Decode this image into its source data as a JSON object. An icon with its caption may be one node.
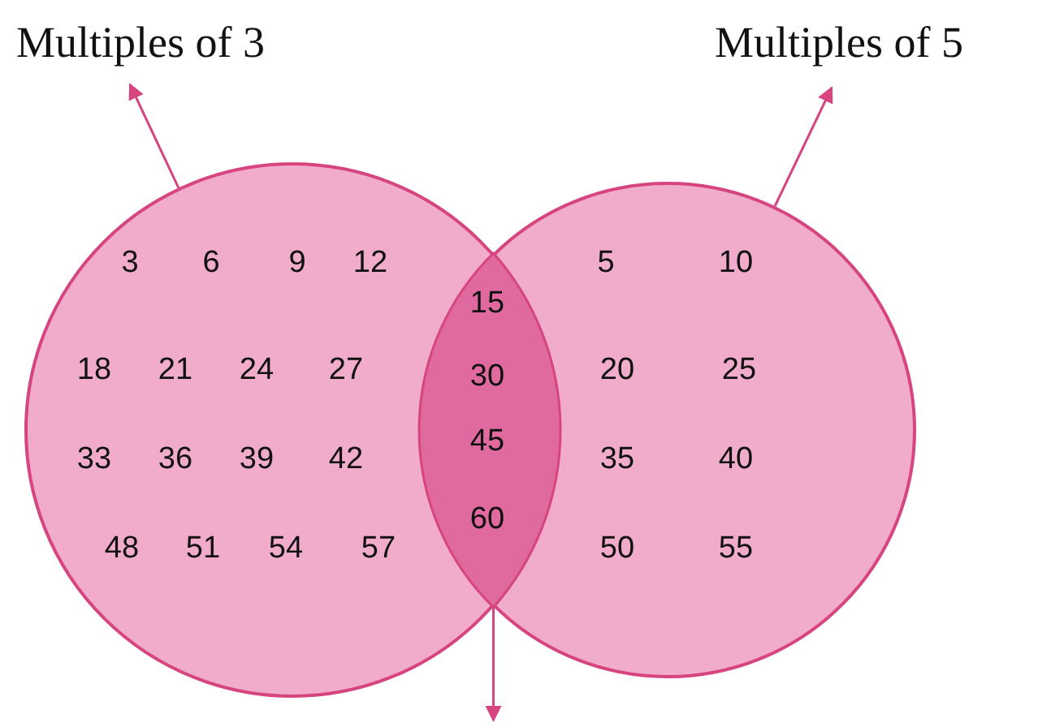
{
  "diagram": {
    "nodes": [
      {
        "text": [
          "Multiples of 3"
        ]
      },
      {
        "text": [
          "Multiples of 5"
        ]
      },
      {
        "text": [
          "3",
          "6",
          "9",
          "12",
          "18",
          "21",
          "24",
          "27",
          "33",
          "36",
          "39",
          "42",
          "48",
          "51",
          "54",
          "57"
        ]
      },
      {
        "text": [
          "5",
          "10",
          "20",
          "25",
          "35",
          "40",
          "50",
          "55"
        ]
      },
      {
        "text": [
          "15",
          "30",
          "45",
          "60"
        ]
      }
    ],
    "edges": [
      {
        "from": 2,
        "to": 0,
        "arrow": "to"
      },
      {
        "from": 3,
        "to": 1,
        "arrow": "to"
      },
      {
        "from": 4,
        "to": null,
        "arrow": "to"
      }
    ]
  }
}
